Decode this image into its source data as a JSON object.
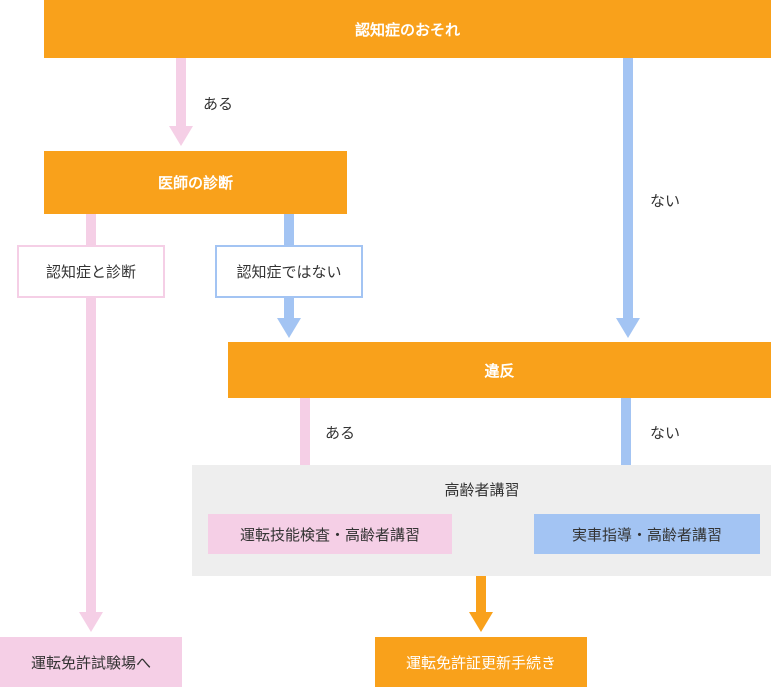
{
  "nodes": {
    "risk": "認知症のおそれ",
    "doctor": "医師の診断",
    "dementia_dx": "認知症と診断",
    "not_dementia": "認知症ではない",
    "violation": "違反",
    "elderly_course_title": "高齢者講習",
    "skill_test": "運転技能検査・高齢者講習",
    "road_instruction": "実車指導・高齢者講習",
    "exam_hall": "運転免許試験場へ",
    "renewal": "運転免許証更新手続き"
  },
  "labels": {
    "risk_yes": "ある",
    "risk_no": "ない",
    "violation_yes": "ある",
    "violation_no": "ない"
  },
  "colors": {
    "orange": "#f9a11b",
    "pink": "#f5cfe6",
    "blue": "#a3c4f3",
    "gray": "#eeeeee"
  }
}
